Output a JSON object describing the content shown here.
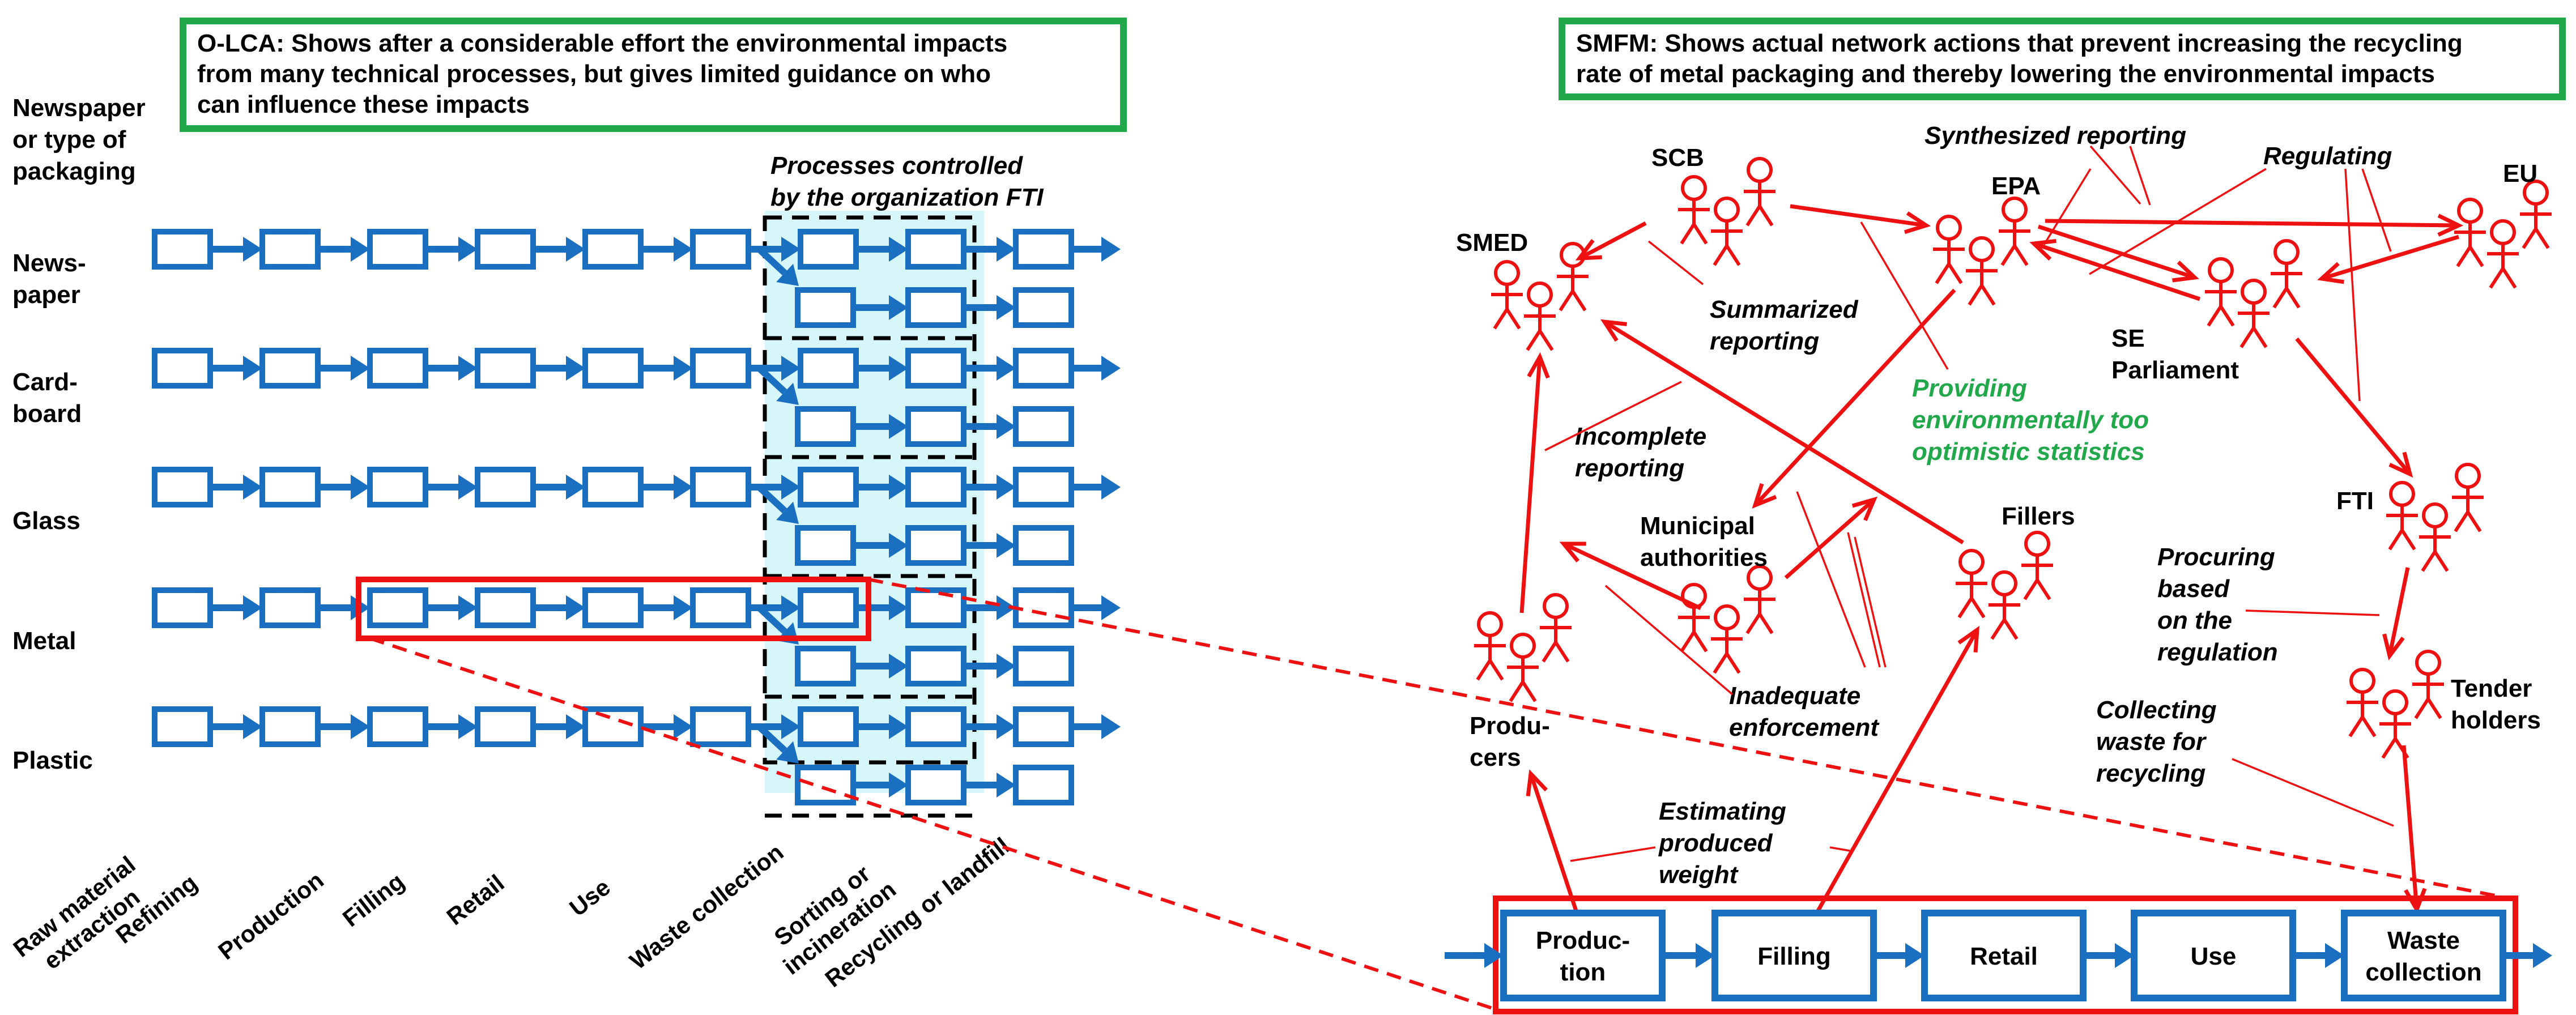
{
  "colors": {
    "flow_blue": "#1b6fc0",
    "network_red": "#ee1111",
    "header_green": "#21a84a",
    "fti_fill": "#d6f6fa"
  },
  "olca": {
    "header": [
      "O-LCA: Shows after a considerable effort the environmental impacts",
      "from many technical processes, but gives limited guidance on who",
      "can influence these impacts"
    ],
    "row_header": [
      "Newspaper",
      "or type of",
      "packaging"
    ],
    "rows": [
      {
        "label": [
          "News-",
          "paper"
        ]
      },
      {
        "label": [
          "Card-",
          "board"
        ]
      },
      {
        "label": [
          "Glass"
        ]
      },
      {
        "label": [
          "Metal"
        ]
      },
      {
        "label": [
          "Plastic"
        ]
      }
    ],
    "fti_label": [
      "Processes controlled",
      "by the organization FTI"
    ],
    "stages": [
      [
        "Raw material",
        "extraction"
      ],
      [
        "Refining"
      ],
      [
        "Production"
      ],
      [
        "Filling"
      ],
      [
        "Retail"
      ],
      [
        "Use"
      ],
      [
        "Waste collection"
      ],
      [
        "Sorting or",
        "incineration"
      ],
      [
        "Recycling or landfill"
      ]
    ]
  },
  "smfm": {
    "header": [
      "SMFM: Shows actual network actions that prevent increasing the recycling",
      "rate of metal packaging and thereby lowering the environmental impacts"
    ],
    "actors": [
      {
        "id": "smed",
        "label": [
          "SMED"
        ]
      },
      {
        "id": "scb",
        "label": [
          "SCB"
        ]
      },
      {
        "id": "epa",
        "label": [
          "EPA"
        ]
      },
      {
        "id": "eu",
        "label": [
          "EU"
        ]
      },
      {
        "id": "parliament",
        "label": [
          "SE",
          "Parliament"
        ]
      },
      {
        "id": "fti",
        "label": [
          "FTI"
        ]
      },
      {
        "id": "municipal",
        "label": [
          "Municipal",
          "authorities"
        ]
      },
      {
        "id": "fillers",
        "label": [
          "Fillers"
        ]
      },
      {
        "id": "producers",
        "label": [
          "Produ-",
          "cers"
        ]
      },
      {
        "id": "tender",
        "label": [
          "Tender",
          "holders"
        ]
      }
    ],
    "actions": [
      {
        "id": "synth",
        "text": [
          "Synthesized reporting"
        ],
        "green": false
      },
      {
        "id": "regulating",
        "text": [
          "Regulating"
        ],
        "green": false
      },
      {
        "id": "summarized",
        "text": [
          "Summarized",
          "reporting"
        ],
        "green": false
      },
      {
        "id": "providing",
        "text": [
          "Providing",
          "environmentally too",
          "optimistic statistics"
        ],
        "green": true
      },
      {
        "id": "incomplete",
        "text": [
          "Incomplete",
          "reporting"
        ],
        "green": false
      },
      {
        "id": "inadequate",
        "text": [
          "Inadequate",
          "enforcement"
        ],
        "green": false
      },
      {
        "id": "procuring",
        "text": [
          "Procuring",
          "based",
          "on the",
          "regulation"
        ],
        "green": false
      },
      {
        "id": "collecting",
        "text": [
          "Collecting",
          "waste for",
          "recycling"
        ],
        "green": false
      },
      {
        "id": "estimating",
        "text": [
          "Estimating",
          "produced",
          "weight"
        ],
        "green": false
      }
    ],
    "chain": [
      {
        "label": [
          "Produc-",
          "tion"
        ]
      },
      {
        "label": [
          "Filling"
        ]
      },
      {
        "label": [
          "Retail"
        ]
      },
      {
        "label": [
          "Use"
        ]
      },
      {
        "label": [
          "Waste",
          "collection"
        ]
      }
    ]
  }
}
